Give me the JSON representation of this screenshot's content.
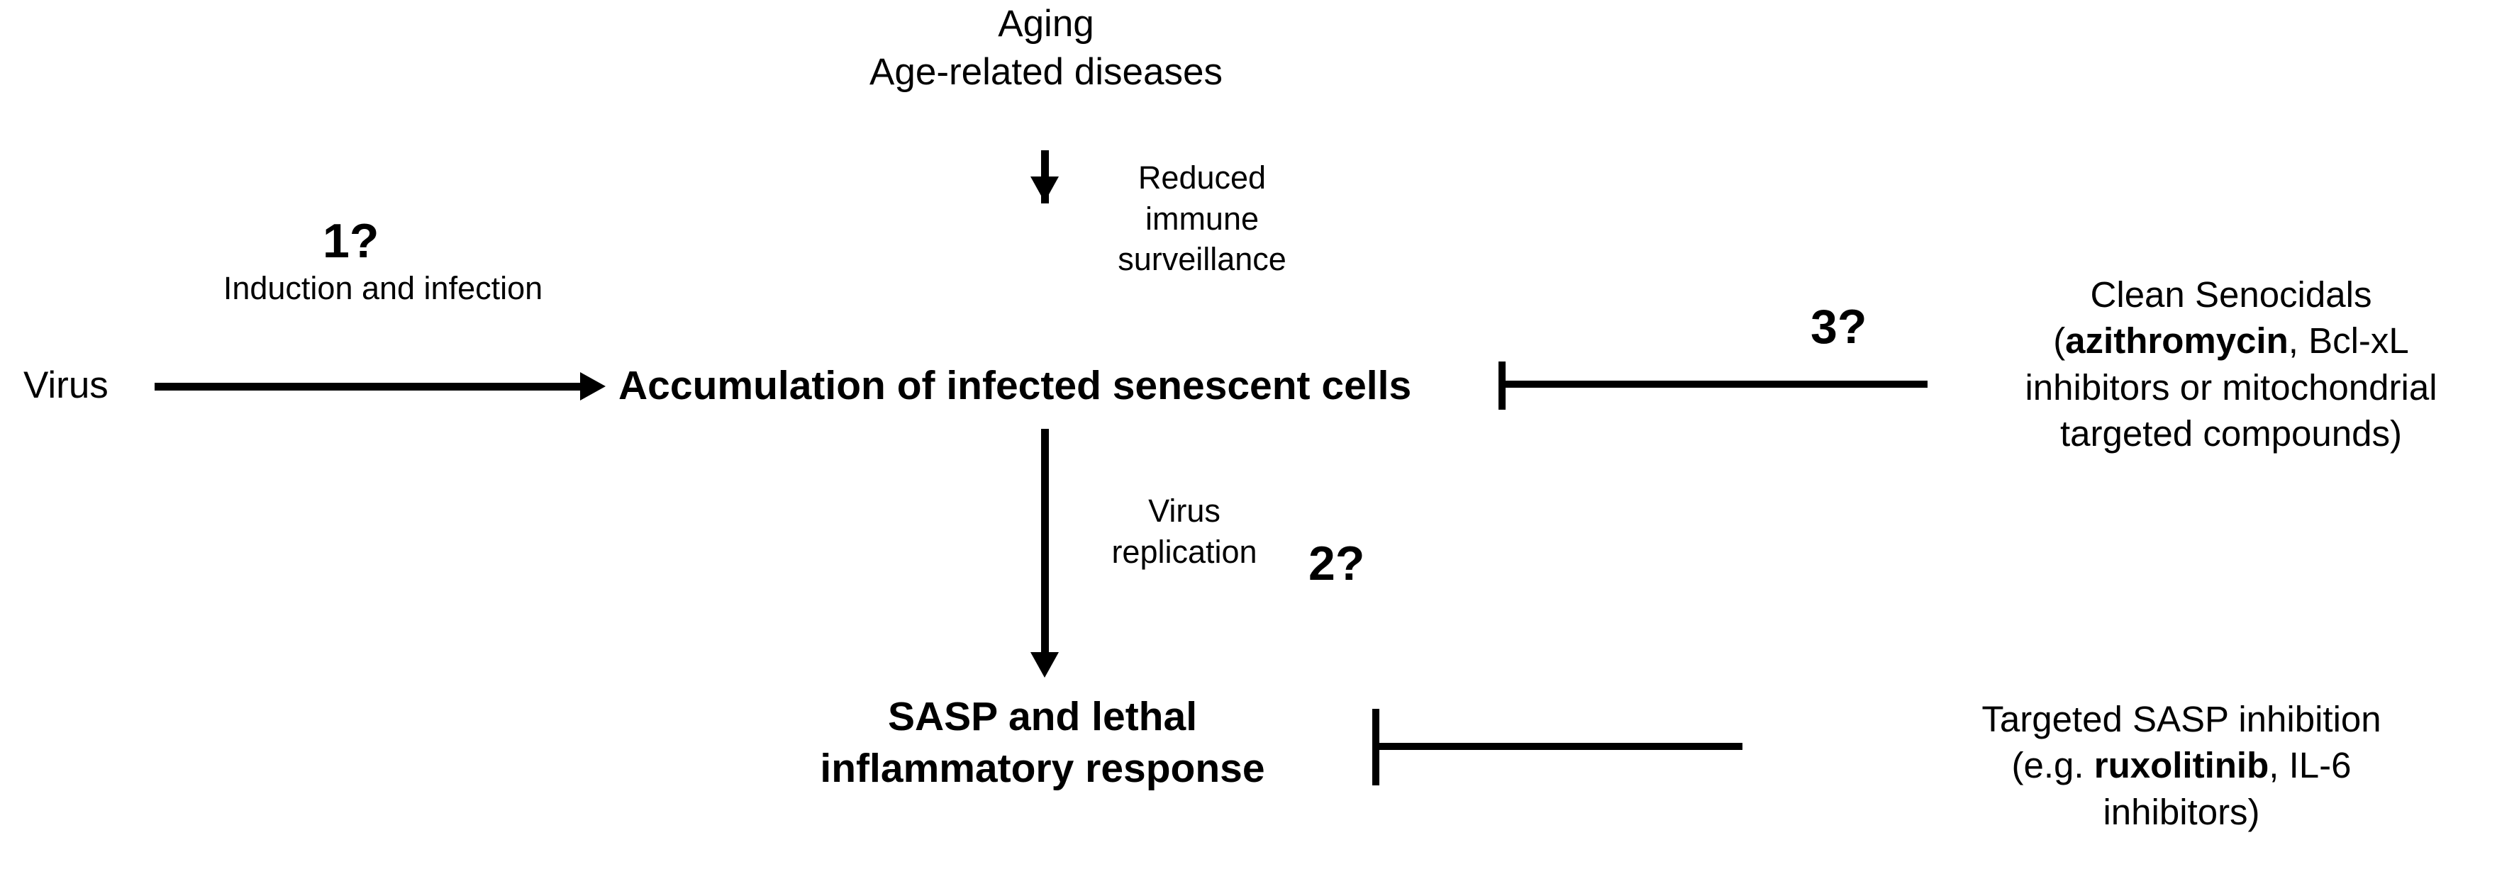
{
  "figure": {
    "type": "pathway-diagram",
    "background_color": "#ffffff",
    "stroke_color": "#000000"
  },
  "nodes": {
    "virus": "Virus",
    "aging": "Aging",
    "age_related_diseases": "Age-related diseases",
    "accumulation": "Accumulation of infected senescent cells",
    "sasp_line1": "SASP and lethal",
    "sasp_line2": "inflammatory response"
  },
  "edge_labels": {
    "induction": "Induction and infection",
    "reduced_line1": "Reduced",
    "reduced_line2": "immune",
    "reduced_line3": "surveillance",
    "replication_line1": "Virus",
    "replication_line2": "replication"
  },
  "markers": {
    "one": "1?",
    "two": "2?",
    "three": "3?"
  },
  "therapies": {
    "senocidals": {
      "line1": "Clean Senocidals",
      "line2_open": "(",
      "line2_bold": "azithromycin",
      "line2_rest": ", Bcl-xL",
      "line3": "inhibitors or mitochondrial",
      "line4": "targeted compounds)"
    },
    "sasp_inhibition": {
      "line1": "Targeted SASP inhibition",
      "line2_open": "(e.g. ",
      "line2_bold": "ruxolitinib",
      "line2_rest": ", IL-6",
      "line3": "inhibitors)"
    }
  }
}
